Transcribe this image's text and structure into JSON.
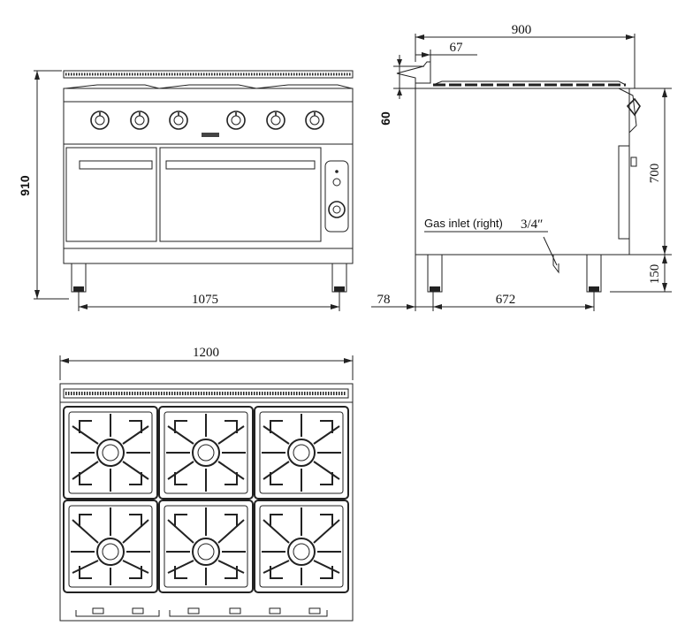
{
  "dimensions": {
    "front_height": "910",
    "front_width": "1075",
    "side_width": "900",
    "side_offset": "67",
    "side_top": "60",
    "side_body_height": "700",
    "side_leg_height": "150",
    "side_back": "78",
    "side_depth": "672",
    "top_width": "1200"
  },
  "annotations": {
    "gas_inlet_label": "Gas inlet (right)",
    "gas_inlet_size": "3/4″"
  },
  "icons": [
    "control-knob-icon",
    "burner-icon",
    "oven-thermostat-icon"
  ]
}
